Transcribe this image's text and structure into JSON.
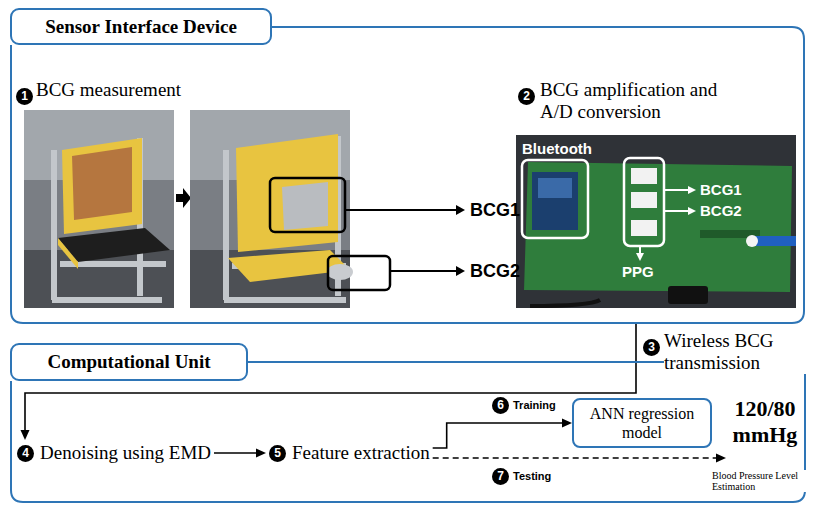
{
  "diagram": {
    "nodes": [
      {
        "text": [
          "Sensor Interface Device"
        ]
      },
      {
        "text": [
          "Computational Unit"
        ]
      },
      {
        "text": [
          "4",
          "Denoising using EMD"
        ],
        "in": 1
      },
      {
        "text": [
          "5",
          "Feature extraction"
        ],
        "in": 1
      },
      {
        "text": [
          "ANN regression model"
        ],
        "in": 1
      },
      {
        "text": [
          "120/80 mmHg"
        ],
        "in": 1
      }
    ],
    "edges": [
      {
        "from": 0,
        "to": 2,
        "arrow": "to"
      },
      {
        "from": 2,
        "to": 3,
        "arrow": "to"
      },
      {
        "from": 3,
        "to": 4,
        "arrow": "to"
      },
      {
        "from": 3,
        "to": 5,
        "arrow": "to"
      }
    ],
    "labels": [
      "1",
      "BCG measurement",
      "BCG1",
      "BCG2",
      "2",
      "BCG amplification and A/D conversion",
      "Bluetooth",
      "BCG1",
      "BCG2",
      "PPG",
      "3",
      "Wireless BCG transmission",
      "6",
      "Training",
      "7",
      "Testing",
      "Blood Pressure Level Estimation"
    ]
  }
}
